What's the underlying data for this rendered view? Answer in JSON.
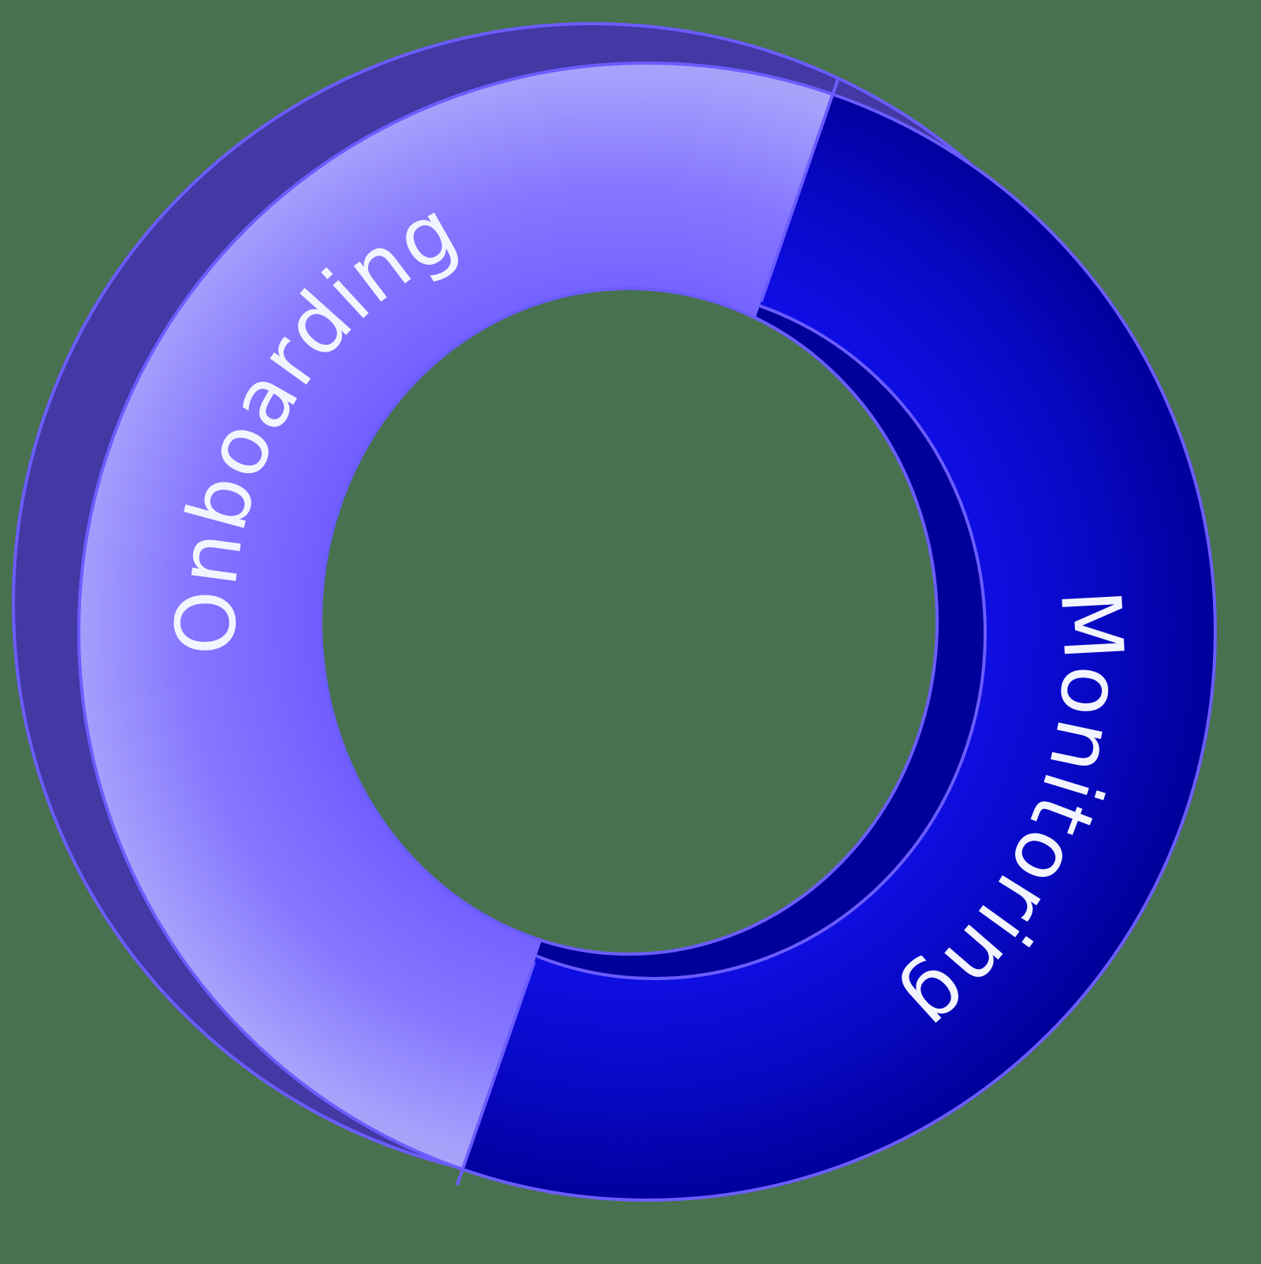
{
  "diagram": {
    "type": "cycle-ring",
    "segments": [
      {
        "id": "onboarding",
        "label": "Onboarding",
        "position": "left / top-left arc",
        "color_light": "#a8a2fb",
        "color_mid": "#7b6bff",
        "color_base": "#6f5aff"
      },
      {
        "id": "monitoring",
        "label": "Monitoring",
        "position": "right / bottom-right arc",
        "color_light": "#1010ec",
        "color_base": "#00009a"
      }
    ]
  },
  "colors": {
    "background": "#48714f",
    "outline": "#6b5cff",
    "back_layer_left": "#4338a4",
    "back_layer_right": "#000094",
    "label_text": "#f2f4ff"
  }
}
